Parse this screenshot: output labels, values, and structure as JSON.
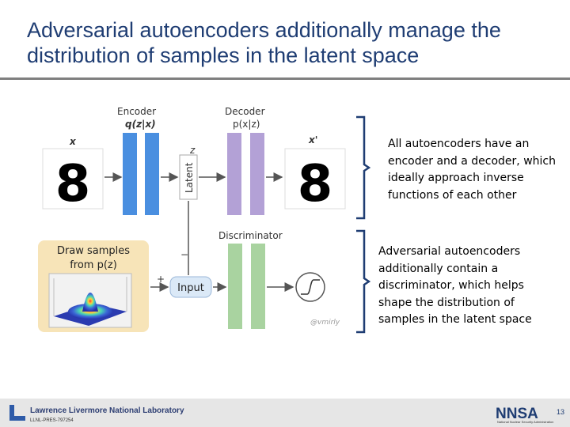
{
  "slide": {
    "title": "Adversarial autoencoders additionally manage the distribution of samples in the latent space",
    "page_number": "13"
  },
  "diagram": {
    "encoder_label": "Encoder",
    "encoder_formula": "q(z|x)",
    "decoder_label": "Decoder",
    "decoder_formula": "p(x|z)",
    "input_var": "x",
    "output_var": "x'",
    "latent_var": "z",
    "latent_label": "Latent",
    "digit": "8",
    "discriminator_label": "Discriminator",
    "draw_samples_line1": "Draw samples",
    "draw_samples_line2": "from p(z)",
    "input_label": "Input",
    "plus_sign": "+",
    "minus_sign": "−",
    "watermark": "@vmirly",
    "colors": {
      "encoder": "#4a8fe0",
      "decoder": "#b3a1d6",
      "discriminator": "#a9d3a0",
      "draw_box": "#f7e4b8",
      "input_box": "#dbe9f7"
    }
  },
  "text_blocks": [
    "All autoencoders have an encoder and a decoder, which ideally approach inverse functions of each other",
    "Adversarial autoencoders additionally contain a discriminator, which helps shape the distribution of samples in the latent space"
  ],
  "footer": {
    "lab_name": "Lawrence Livermore National Laboratory",
    "report_id": "LLNL-PRES-797254",
    "nnsa_text": "NNSA",
    "nnsa_caption": "National Nuclear Security Administration"
  }
}
